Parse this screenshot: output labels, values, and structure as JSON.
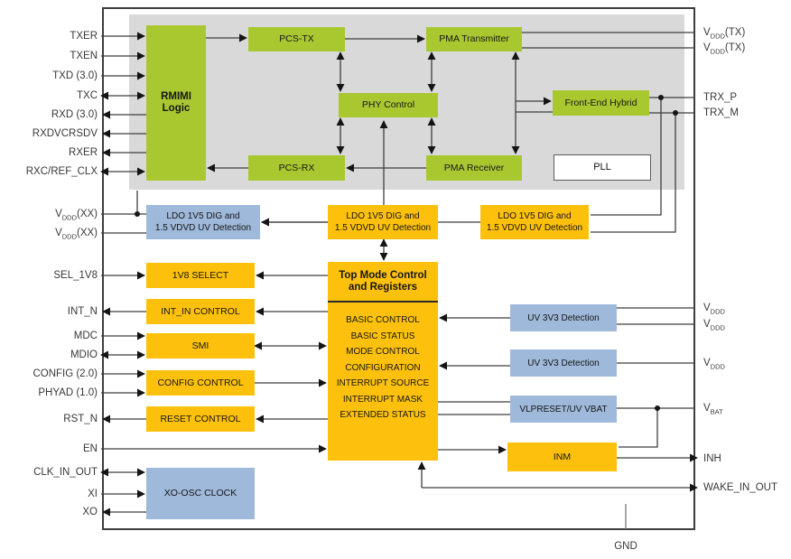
{
  "colors": {
    "green": "#a9c830",
    "yellow": "#fdc10d",
    "blue": "#9fb9da",
    "gray": "#d9d9d9",
    "wire": "#3f3f3f"
  },
  "blocks": {
    "rmimi": "RMIMI\nLogic",
    "pcs_tx": "PCS-TX",
    "pma_transmitter": "PMA Transmitter",
    "phy_control": "PHY Control",
    "front_end_hybrid": "Front-End Hybrid",
    "pcs_rx": "PCS-RX",
    "pma_receiver": "PMA Receiver",
    "pll": "PLL",
    "ldo_left": "LDO 1V5 DIG and\n1.5 VDVD UV Detection",
    "ldo_center": "LDO 1V5 DIG and\n1.5 VDVD UV Detection",
    "ldo_right": "LDO 1V5 DIG and\n1.5 VDVD UV Detection",
    "sel_1v8": "1V8 SELECT",
    "int_in_control": "INT_IN CONTROL",
    "smi": "SMI",
    "config_control": "CONFIG CONTROL",
    "reset_control": "RESET CONTROL",
    "top_mode_title": "Top Mode Control\nand Registers",
    "registers": [
      "BASIC CONTROL",
      "BASIC STATUS",
      "MODE CONTROL",
      "CONFIGURATION",
      "INTERRUPT SOURCE",
      "INTERRUPT MASK",
      "EXTENDED STATUS"
    ],
    "uv_3v3_1": "UV 3V3 Detection",
    "uv_3v3_2": "UV 3V3 Detection",
    "vlpreset": "VLPRESET/UV VBAT",
    "inm": "INM",
    "xo_osc": "XO-OSC CLOCK"
  },
  "pins_left": {
    "txer": "TXER",
    "txen": "TXEN",
    "txd": "TXD (3.0)",
    "txc": "TXC",
    "rxd": "RXD (3.0)",
    "rxdvcrsdv": "RXDVCRSDV",
    "rxer": "RXER",
    "rxc_ref_clx": "RXC/REF_CLX",
    "vddd_xx": {
      "pre": "V",
      "sub": "DDD",
      "post": "(XX)"
    },
    "sel_1v8": "SEL_1V8",
    "int_n": "INT_N",
    "mdc": "MDC",
    "mdio": "MDIO",
    "config": "CONFIG (2.0)",
    "phyad": "PHYAD (1.0)",
    "rst_n": "RST_N",
    "en": "EN",
    "clk_in_out": "CLK_IN_OUT",
    "xi": "XI",
    "xo": "XO"
  },
  "pins_right": {
    "vddd_tx": {
      "pre": "V",
      "sub": "DDD",
      "post": "(TX)"
    },
    "trx_p": "TRX_P",
    "trx_m": "TRX_M",
    "vddd": {
      "pre": "V",
      "sub": "DDD",
      "post": ""
    },
    "vbat": {
      "pre": "V",
      "sub": "BAT",
      "post": ""
    },
    "inh": "INH",
    "wake_in_out": "WAKE_IN_OUT",
    "gnd": "GND"
  }
}
